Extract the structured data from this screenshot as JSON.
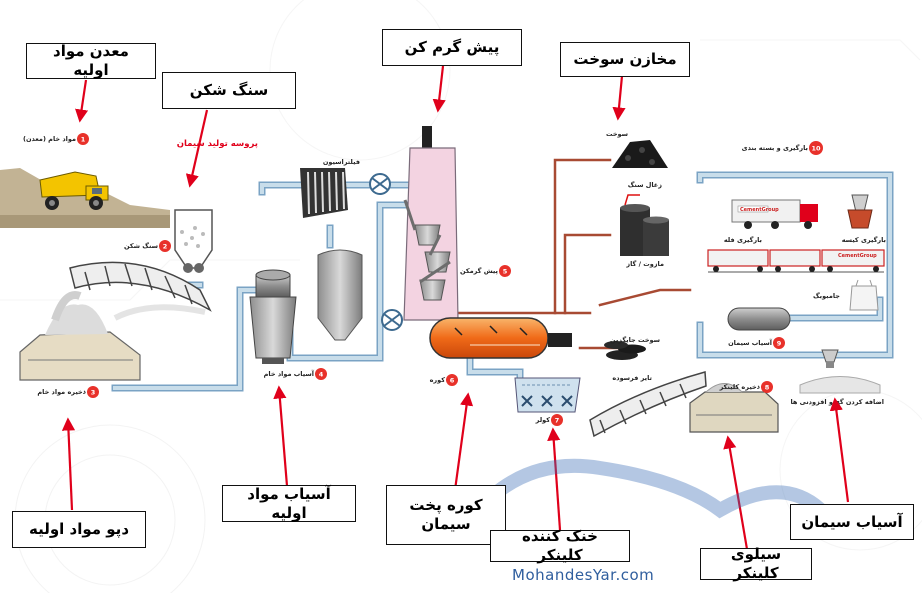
{
  "callouts": {
    "raw_mine": "معدن مواد اولیه",
    "crusher": "سنگ شکن",
    "preheater": "پیش گرم کن",
    "fuel_tanks": "مخازن سوخت",
    "raw_depot": "دپو مواد اولیه",
    "raw_mill": "آسیاب مواد اولیه",
    "kiln_1": "کوره پخت",
    "kiln_2": "سیمان",
    "clinker_cooler": "خنک کننده کلینکر",
    "clinker_silo": "سیلوی کلینکر",
    "cement_mill": "آسیاب سیمان"
  },
  "diagram": {
    "title": "پروسه تولید سیمان",
    "fuel": "سوخت",
    "coal": "زغال سنگ",
    "mazut_gas": "مازوت / گاز",
    "alt_fuel": "سوخت جایگزین",
    "used_tires": "تایر فرسوده",
    "filter": "فیلتراسیون",
    "packaging": "بارگیری و بسته بندی",
    "bulk_loading": "بارگیری فله",
    "bag_loading": "بارگیری کیسه",
    "jumbo_bag": "جامبوبگ",
    "cement_group": "CementGroup",
    "additives": "اضافه کردن گچ و افزودنی ها",
    "step1": "مواد خام (معدن)",
    "step2": "سنگ شکن",
    "step3": "ذخیره مواد خام",
    "step4": "آسیاب مواد خام",
    "step5": "پیش گرمکن",
    "step6": "کوره",
    "step7": "کولر",
    "step8": "ذخیره کلینکر",
    "step9": "آسیاب سیمان",
    "step10": "بارگیری و بسته بندی",
    "n1": "1",
    "n2": "2",
    "n3": "3",
    "n4": "4",
    "n5": "5",
    "n6": "6",
    "n7": "7",
    "n8": "8",
    "n9": "9",
    "n10": "10"
  },
  "watermark": "MohandesYar.com",
  "colors": {
    "accent_red": "#e0001b",
    "pipe_blue": "#9fc2dc",
    "hot_pipe": "#b5553f",
    "preheater_pink": "#f3d3e1",
    "kiln_orange": "#f47d20",
    "badge_red": "#e8312a",
    "watermark_blue": "#3b6fb6"
  }
}
